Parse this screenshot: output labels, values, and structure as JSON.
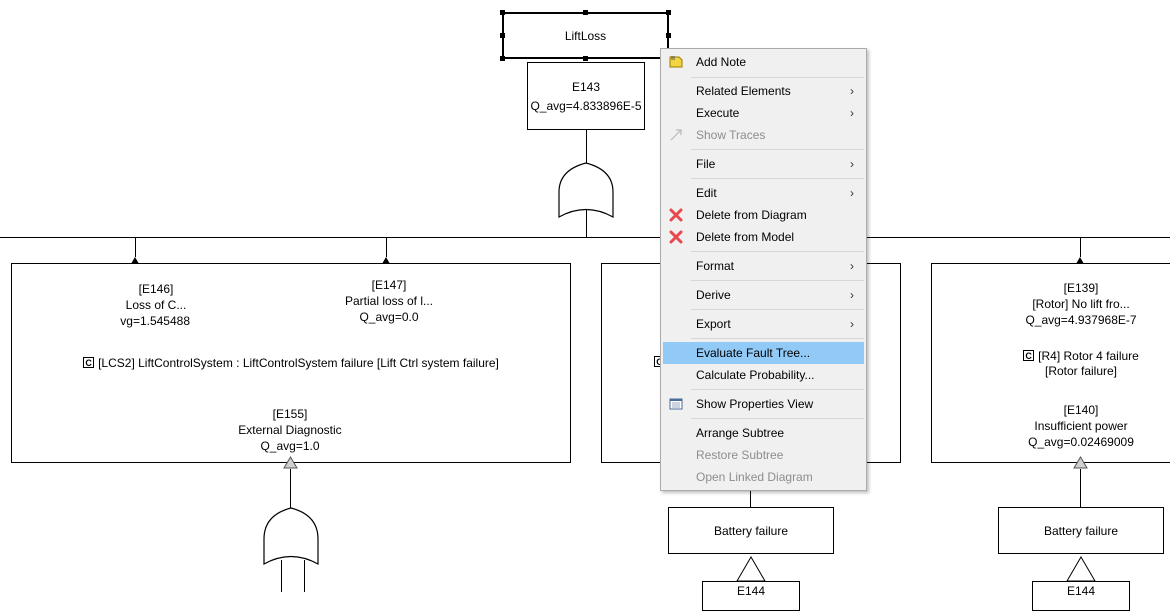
{
  "diagram": {
    "top_event": {
      "label": "LiftLoss"
    },
    "e143": {
      "id": "E143",
      "q": "Q_avg=4.833896E-5"
    },
    "left_box": {
      "e146": {
        "id": "[E146]",
        "name": "Loss of C...",
        "q": "vg=1.545488"
      },
      "e147": {
        "id": "[E147]",
        "name": "Partial loss of l...",
        "q": "Q_avg=0.0"
      },
      "component": {
        "badge": "C",
        "text": "[LCS2] LiftControlSystem : LiftControlSystem failure [Lift Ctrl system failure]"
      },
      "e155": {
        "id": "[E155]",
        "name": "External Diagnostic",
        "q": "Q_avg=1.0"
      }
    },
    "right_box": {
      "e139": {
        "id": "[E139]",
        "name": "[Rotor] No lift fro...",
        "q": "Q_avg=4.937968E-7"
      },
      "component": {
        "badge": "C",
        "line1": "[R4] Rotor 4 failure",
        "line2": "[Rotor failure]"
      },
      "e140": {
        "id": "[E140]",
        "name": "Insufficient power",
        "q": "Q_avg=0.02469009"
      }
    },
    "middle_box": {
      "badge": "C"
    },
    "battery_mid": {
      "label": "Battery failure"
    },
    "battery_right": {
      "label": "Battery failure"
    },
    "e144_mid": {
      "label": "E144"
    },
    "e144_right": {
      "label": "E144"
    }
  },
  "context_menu": {
    "items": [
      {
        "label": "Add Note",
        "icon": "note-icon",
        "enabled": true,
        "submenu": false
      },
      {
        "label": "Related Elements",
        "enabled": true,
        "submenu": true
      },
      {
        "label": "Execute",
        "enabled": true,
        "submenu": true
      },
      {
        "label": "Show Traces",
        "icon": "trace-arrow-icon",
        "enabled": false,
        "submenu": false
      },
      {
        "label": "File",
        "enabled": true,
        "submenu": true
      },
      {
        "label": "Edit",
        "enabled": true,
        "submenu": true
      },
      {
        "label": "Delete from Diagram",
        "icon": "delete-icon",
        "enabled": true,
        "submenu": false
      },
      {
        "label": "Delete from Model",
        "icon": "delete-icon",
        "enabled": true,
        "submenu": false
      },
      {
        "label": "Format",
        "enabled": true,
        "submenu": true
      },
      {
        "label": "Derive",
        "enabled": true,
        "submenu": true
      },
      {
        "label": "Export",
        "enabled": true,
        "submenu": true
      },
      {
        "label": "Evaluate Fault Tree...",
        "enabled": true,
        "submenu": false,
        "selected": true
      },
      {
        "label": "Calculate Probability...",
        "enabled": true,
        "submenu": false
      },
      {
        "label": "Show Properties View",
        "icon": "properties-view-icon",
        "enabled": true,
        "submenu": false
      },
      {
        "label": "Arrange Subtree",
        "enabled": true,
        "submenu": false
      },
      {
        "label": "Restore Subtree",
        "enabled": false,
        "submenu": false
      },
      {
        "label": "Open Linked Diagram",
        "enabled": false,
        "submenu": false
      }
    ],
    "submenu_arrow": "›"
  },
  "colors": {
    "selection": "#91c9f7",
    "menu_bg": "#f0f0f0",
    "delete_red": "#e8474c",
    "disabled_text": "#8d8d8d"
  }
}
